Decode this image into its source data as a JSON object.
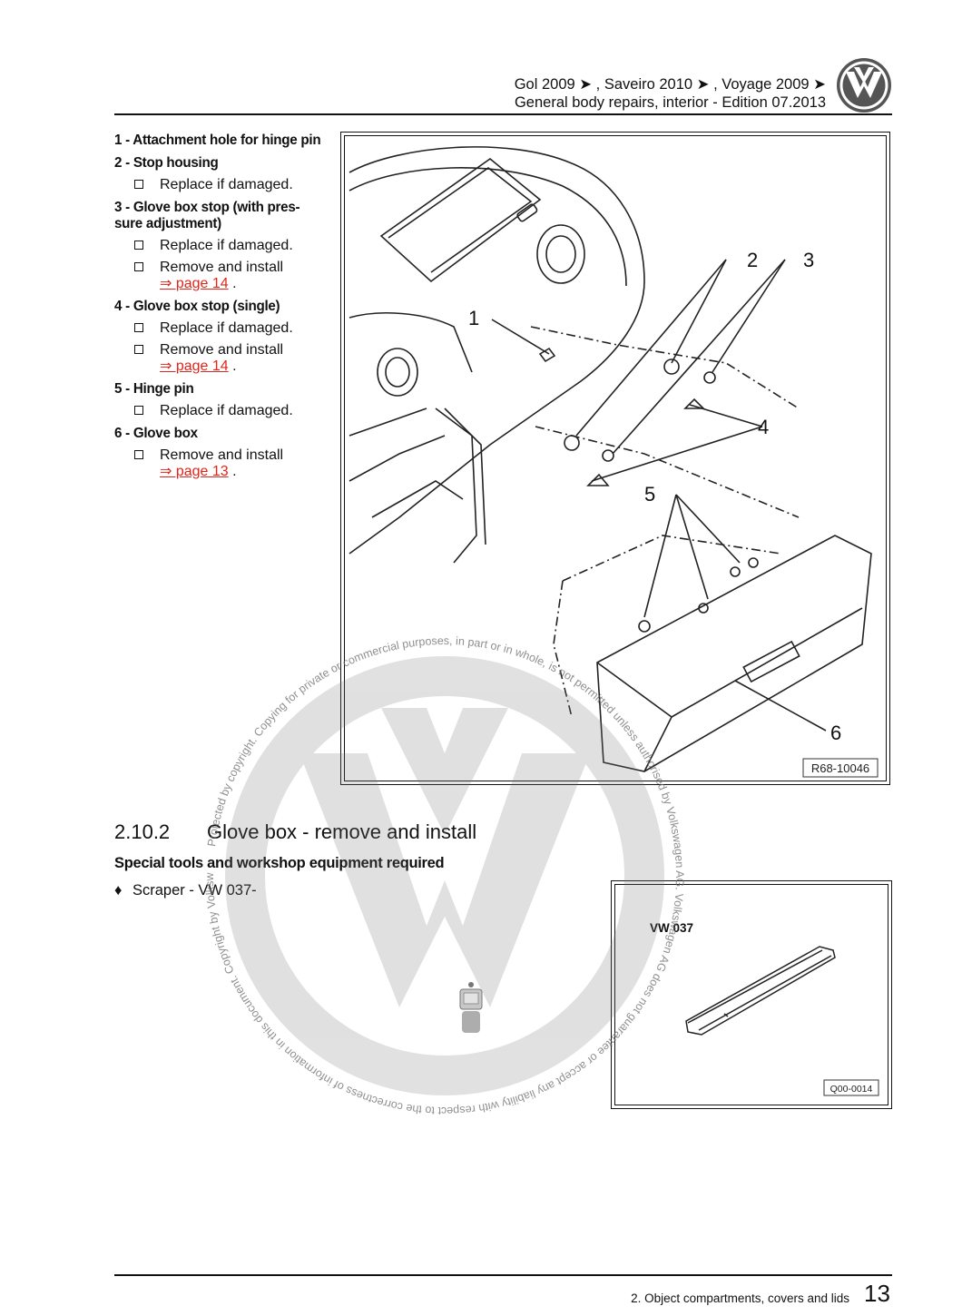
{
  "header": {
    "models": "Gol 2009 ➤ , Saveiro 2010 ➤ , Voyage 2009 ➤",
    "edition": "General body repairs, interior - Edition 07.2013"
  },
  "parts": [
    {
      "title": "1 - Attachment hole for hinge pin",
      "bullets": []
    },
    {
      "title": "2 - Stop housing",
      "bullets": [
        {
          "text": "Replace if damaged."
        }
      ]
    },
    {
      "title": "3 - Glove box stop (with pres-sure adjustment)",
      "bullets": [
        {
          "text": "Replace if damaged."
        },
        {
          "text": "Remove and install",
          "link": "⇒ page 14",
          "tail": " ."
        }
      ]
    },
    {
      "title": "4 - Glove box stop (single)",
      "bullets": [
        {
          "text": "Replace if damaged."
        },
        {
          "text": "Remove and install",
          "link": "⇒ page 14",
          "tail": " ."
        }
      ]
    },
    {
      "title": "5 - Hinge pin",
      "bullets": [
        {
          "text": "Replace if damaged."
        }
      ]
    },
    {
      "title": "6 - Glove box",
      "bullets": [
        {
          "text": "Remove and install",
          "link": "⇒ page 13",
          "tail": " ."
        }
      ]
    }
  ],
  "figure1": {
    "callouts": [
      "1",
      "2",
      "3",
      "4",
      "5",
      "6"
    ],
    "ref": "R68-10046"
  },
  "section": {
    "number": "2.10.2",
    "title": "Glove box - remove and install",
    "subtitle": "Special tools and workshop equipment required",
    "tool_bullet": "♦",
    "tool_text": "Scraper - VW 037-"
  },
  "figure2": {
    "label": "VW 037",
    "ref": "Q00-0014"
  },
  "watermark": {
    "text": "Protected by copyright. Copying for private or commercial purposes, in part or in whole, is not permitted unless authorised by Volkswagen AG. Volkswagen AG does not guarantee or accept any liability with respect to the correctness of information in this document. Copyright by Volkswagen AG."
  },
  "footer": {
    "chapter": "2. Object compartments, covers and lids",
    "page": "13"
  }
}
